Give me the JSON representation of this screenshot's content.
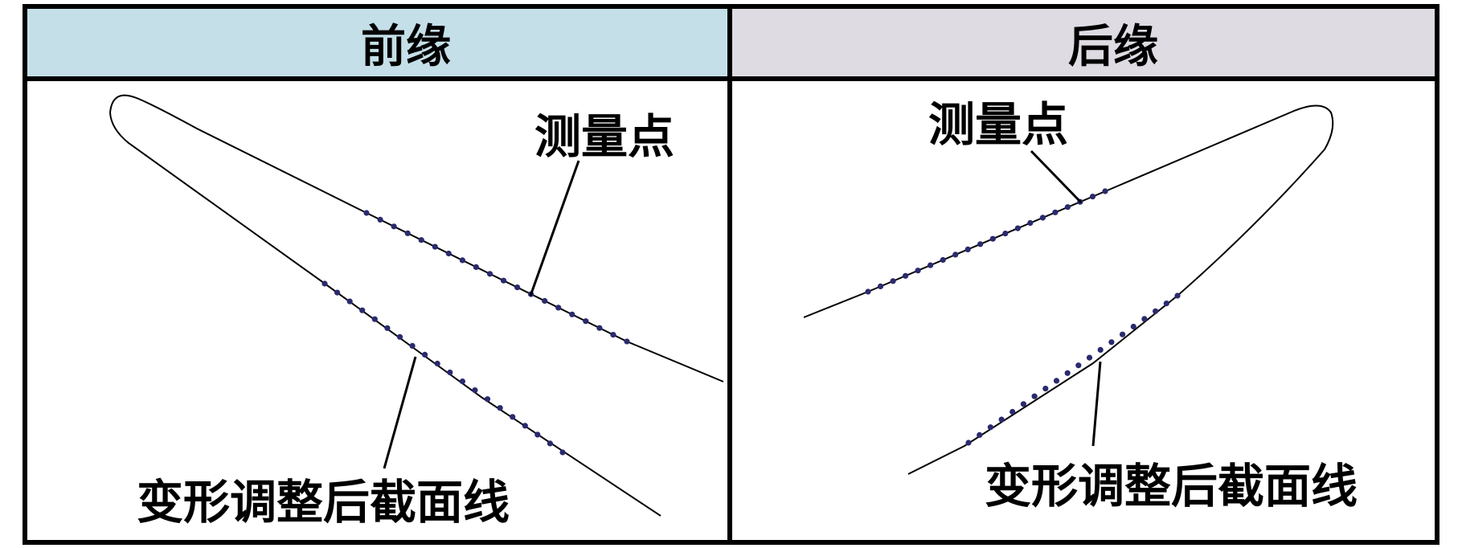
{
  "panels": {
    "left": {
      "title": "前缘",
      "header_color": "#c5dfe8"
    },
    "right": {
      "title": "后缘",
      "header_color": "#dedbe3"
    }
  },
  "labels": {
    "measure_point": "测量点",
    "deformed_section": "变形调整后截面线"
  },
  "colors": {
    "curve": "#000000",
    "point": "#2a2a6e",
    "border": "#000000"
  }
}
